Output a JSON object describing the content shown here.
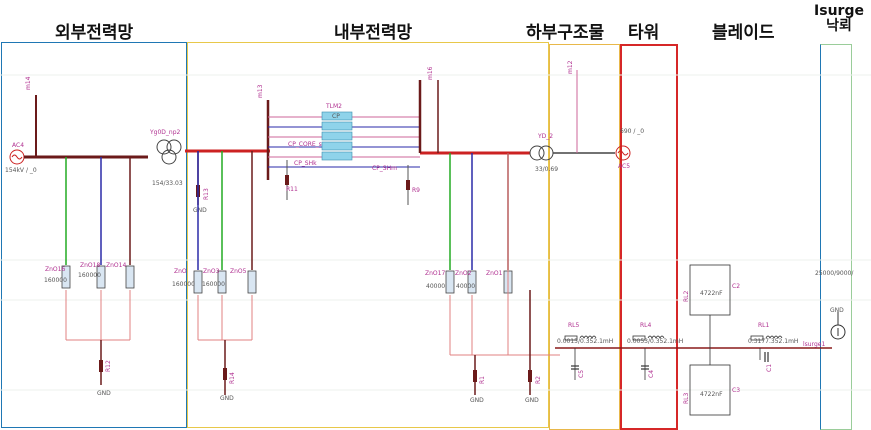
{
  "sections": {
    "external_grid": "외부전력망",
    "internal_grid": "내부전력망",
    "substructure": "하부구조물",
    "tower": "타워",
    "blade": "블레이드",
    "isurge_line1": "Isurge",
    "isurge_line2": "낙뢰"
  },
  "colors": {
    "external_grid": "#1f77b4",
    "internal_grid": "#e8c84a",
    "substructure": "#e8b84a",
    "tower": "#d62728",
    "blade": "#9acd9a",
    "bus_line": "#cc2222",
    "dark_line": "#6b1a1a",
    "ground_green": "#22aa22",
    "ground_blue": "#2a2aa8",
    "pink_line": "#e08080"
  },
  "labels": {
    "ac4": "AC4",
    "ac4_val": "154kV / _0",
    "transformer1": "Yg0D_np2",
    "transformer1_ratio": "154/33.03",
    "tlm": "TLM2",
    "cp": "CP",
    "cp_shk1": "CP_SHk",
    "cp_core": "CP_CORE_s",
    "cp_shk2": "CP_SHm",
    "r11": "R11",
    "r9": "R9",
    "transformer2": "YD_2",
    "transformer2_ratio": "33/0.69",
    "ac5": "AC5",
    "ac5_val": "690 / _0",
    "zn016": "ZnO16",
    "zn018": "ZnO18",
    "zn014": "ZnO14",
    "zn016_val": "160000",
    "zn018_val": "160000",
    "zn0": "ZnO",
    "zn03": "ZnO3",
    "zn05": "ZnO5",
    "zn0_val": "160000",
    "zn03_val": "160000",
    "zn017": "ZnO17",
    "zn02": "ZnO2",
    "zn01": "ZnO1",
    "zn017_val": "40000",
    "zn02_val": "40000",
    "rl5": "RL5",
    "rl5_val": "0.0015/0.352.1mH",
    "rl4": "RL4",
    "rl4_val": "0.0053/0.352.1mH",
    "rl1": "RL1",
    "rl1_val": "0.3177.352.1mH",
    "c5": "C5",
    "c4": "C4",
    "c1": "C1",
    "c2": "C2",
    "c3": "C3",
    "c2_val": "4722nF",
    "c3_val": "4722nF",
    "rl2": "RL2",
    "rl3": "RL3",
    "isurge_val": "25000/9000/",
    "lsurge1": "lsurge1",
    "gnd": "GND",
    "r12": "R12",
    "r14": "R14",
    "r13": "R13",
    "r2": "R2",
    "r1": "R1",
    "meter1": "m14",
    "meter2": "m13",
    "meter3": "m16",
    "meter4": "m12"
  }
}
